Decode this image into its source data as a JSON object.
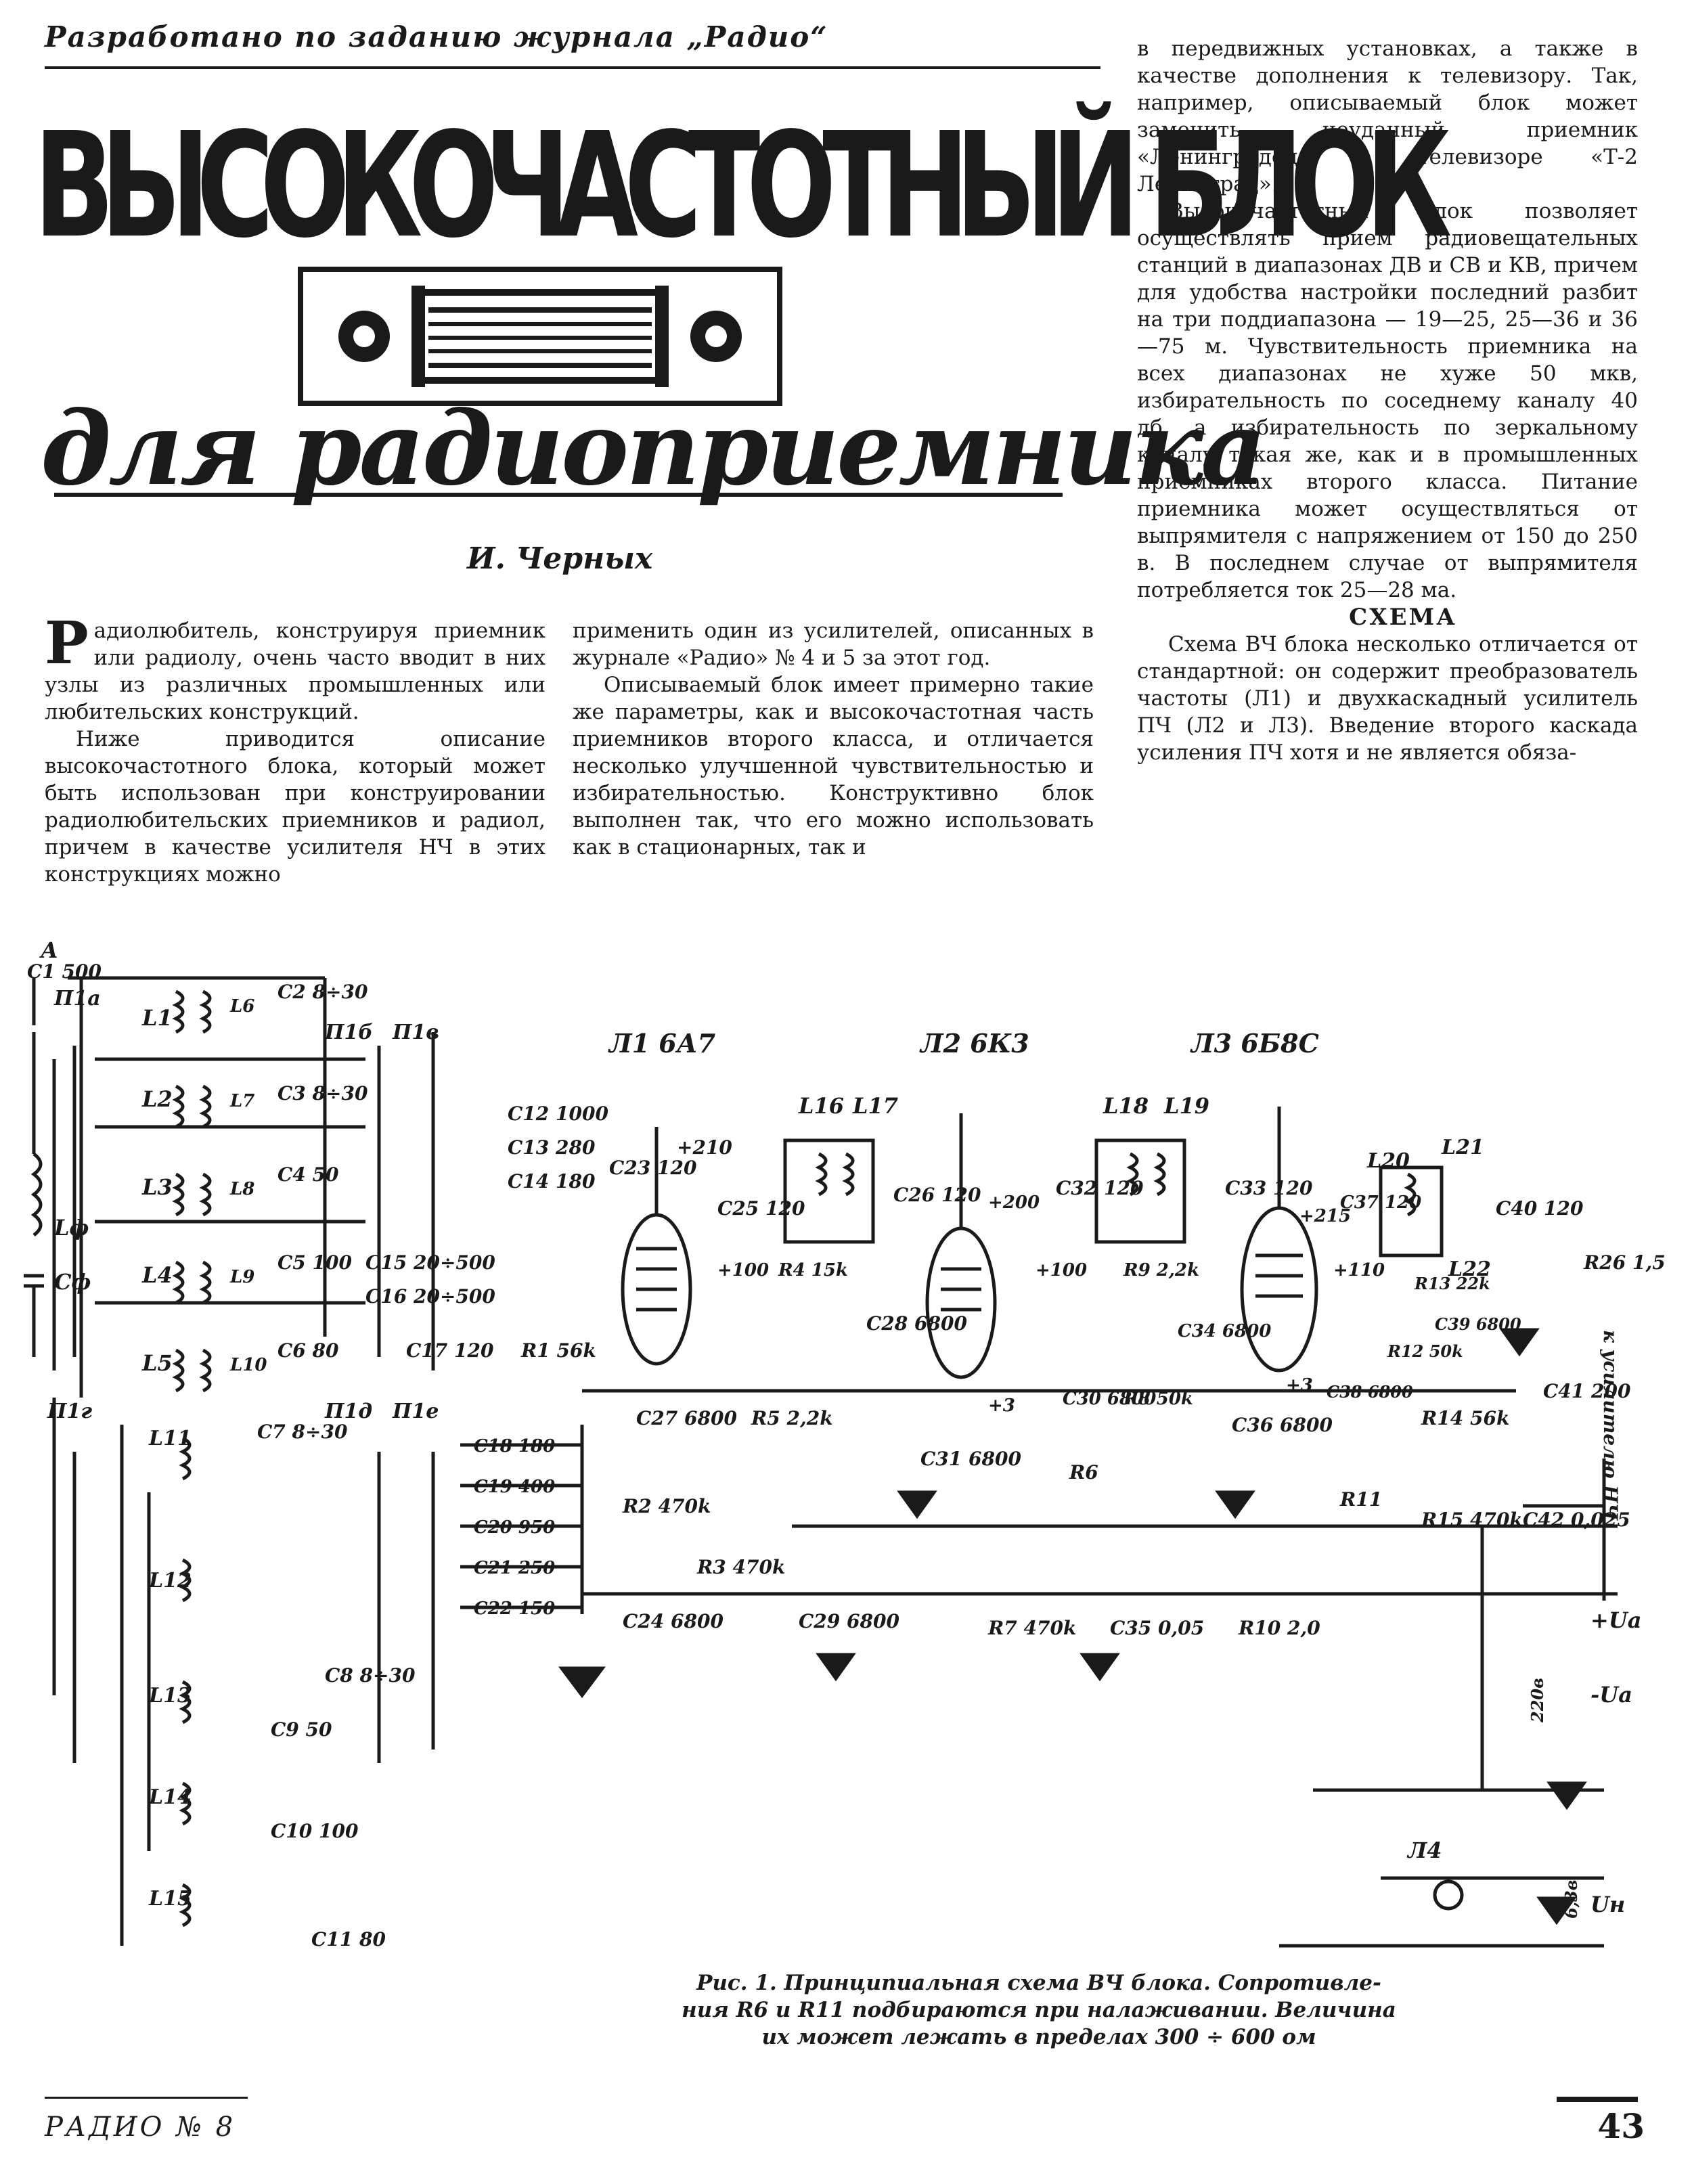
{
  "header": {
    "kicker": "Разработано по заданию журнала „Радио“",
    "title": "ВЫСОКОЧАСТОТНЫЙ БЛОК",
    "subtitle": "для радиоприемника",
    "author": "И. Черных"
  },
  "col1": {
    "dropcap": "Р",
    "p1": "адиолюбитель, конструируя приемник или радиолу, очень часто вводит в них узлы из различных промышленных или любительских конструкций.",
    "p2": "Ниже приводится описание высокочастотного блока, который может быть использован при конструировании радиолюбительских приемников и радиол, причем в качестве усилителя НЧ в этих конструкциях можно"
  },
  "col2": {
    "p1": "применить один из усилителей, описанных в журнале «Радио» № 4 и 5 за этот год.",
    "p2": "Описываемый блок имеет примерно такие же параметры, как и высокочастотная часть приемников второго класса, и отличается несколько улучшенной чувствительностью и избирательностью. Конструктивно блок выполнен так, что его можно использовать как в стационарных, так и"
  },
  "col3": {
    "p1": "в передвижных установках, а также в качестве дополнения к телевизору. Так, например, описываемый блок может заменить неудачный приемник «Ленинградец» в телевизоре «Т-2 Ленинград».",
    "p2": "Высокочастотный блок позволяет осуществлять прием радиовещательных станций в диапазонах ДВ и СВ и КВ, причем для удобства настройки последний разбит на три поддиапазона — 19—25, 25—36 и 36—75 м. Чувствительность приемника на всех диапазонах не хуже 50 мкв, избирательность по соседнему каналу 40 дб, а избирательность по зеркальному каналу такая же, как и в промышленных приемниках второго класса. Питание приемника может осуществляться от выпрямителя с напряжением от 150 до 250 в. В последнем случае от выпрямителя потребляется ток 25—28 ма.",
    "heading": "СХЕМА",
    "p3": "Схема ВЧ блока несколько отличается от стандартной: он содержит преобразователь частоты (Л1) и двухкаскадный усилитель ПЧ (Л2 и Л3). Введение второго каскада усиления ПЧ хотя и не является обяза-"
  },
  "figure": {
    "tubes": [
      "Л1 6А7",
      "Л2 6К3",
      "Л3 6Б8С"
    ],
    "switches": [
      "П1а",
      "П1б",
      "П1в",
      "П1г",
      "П1д",
      "П1е"
    ],
    "input_labels": [
      "А",
      "C1 500",
      "Lф",
      "Cф"
    ],
    "rf_coils": [
      "L1",
      "L2",
      "L3",
      "L4",
      "L5",
      "L6",
      "L7",
      "L8",
      "L9",
      "L10"
    ],
    "rf_caps": [
      "C2 8÷30",
      "C3 8÷30",
      "C4 50",
      "C5 100",
      "C6 80"
    ],
    "sw_caps": [
      "C12 1000",
      "C13 280",
      "C14 180"
    ],
    "tuning_caps": [
      "C15 20÷500",
      "C16 20÷500"
    ],
    "c17": "C17 120",
    "r1": "R1 56k",
    "osc_caps": [
      "C18 180",
      "C19 400",
      "C20 950",
      "C21 250",
      "C22 150"
    ],
    "osc_coils": [
      "L11",
      "L12",
      "L13",
      "L14",
      "L15"
    ],
    "osc_trim": [
      "C7 8÷30",
      "C8 8÷30",
      "C9 50",
      "C10 100",
      "C11 80"
    ],
    "stage1": [
      "C23 120",
      "+210",
      "C25 120",
      "L16",
      "L17",
      "C26 120",
      "+100",
      "R4 15k",
      "C27 6800",
      "R5 2,2k",
      "C28 6800"
    ],
    "r2": "R2 470k",
    "c24": "C24 6800",
    "stage2": [
      "L18",
      "L19",
      "+200",
      "C32 120",
      "C33 120",
      "+100",
      "R9 2,2k",
      "C30 6800",
      "R8 50k",
      "+3",
      "C31 6800",
      "R6",
      "C34 6800"
    ],
    "stage3": [
      "L20",
      "L21",
      "+215",
      "C37 120",
      "+110",
      "R13 22k",
      "R12 50k",
      "L22",
      "C38 6800",
      "C39 6800",
      "+3",
      "C36 6800",
      "R11",
      "R14 56k",
      "R15 470k"
    ],
    "output": [
      "C40 120",
      "R26 1,5",
      "C41 200",
      "C42 0,025",
      "к усилителю НЧ"
    ],
    "decoupling": [
      "R3 470k",
      "C29 6800",
      "R7 470k",
      "C35 0,05",
      "R10 2,0"
    ],
    "power": [
      "+Uа",
      "220в",
      "-Uа",
      "Л4",
      "6,3в",
      "Uн"
    ]
  },
  "caption": {
    "line1": "Рис. 1. Принципиальная схема ВЧ блока. Сопротивле-",
    "line2": "ния R6 и R11 подбираются при налаживании. Величина",
    "line3": "их может лежать в пределах 300 ÷ 600 ом"
  },
  "footer": {
    "left": "РАДИО № 8",
    "right": "43"
  }
}
